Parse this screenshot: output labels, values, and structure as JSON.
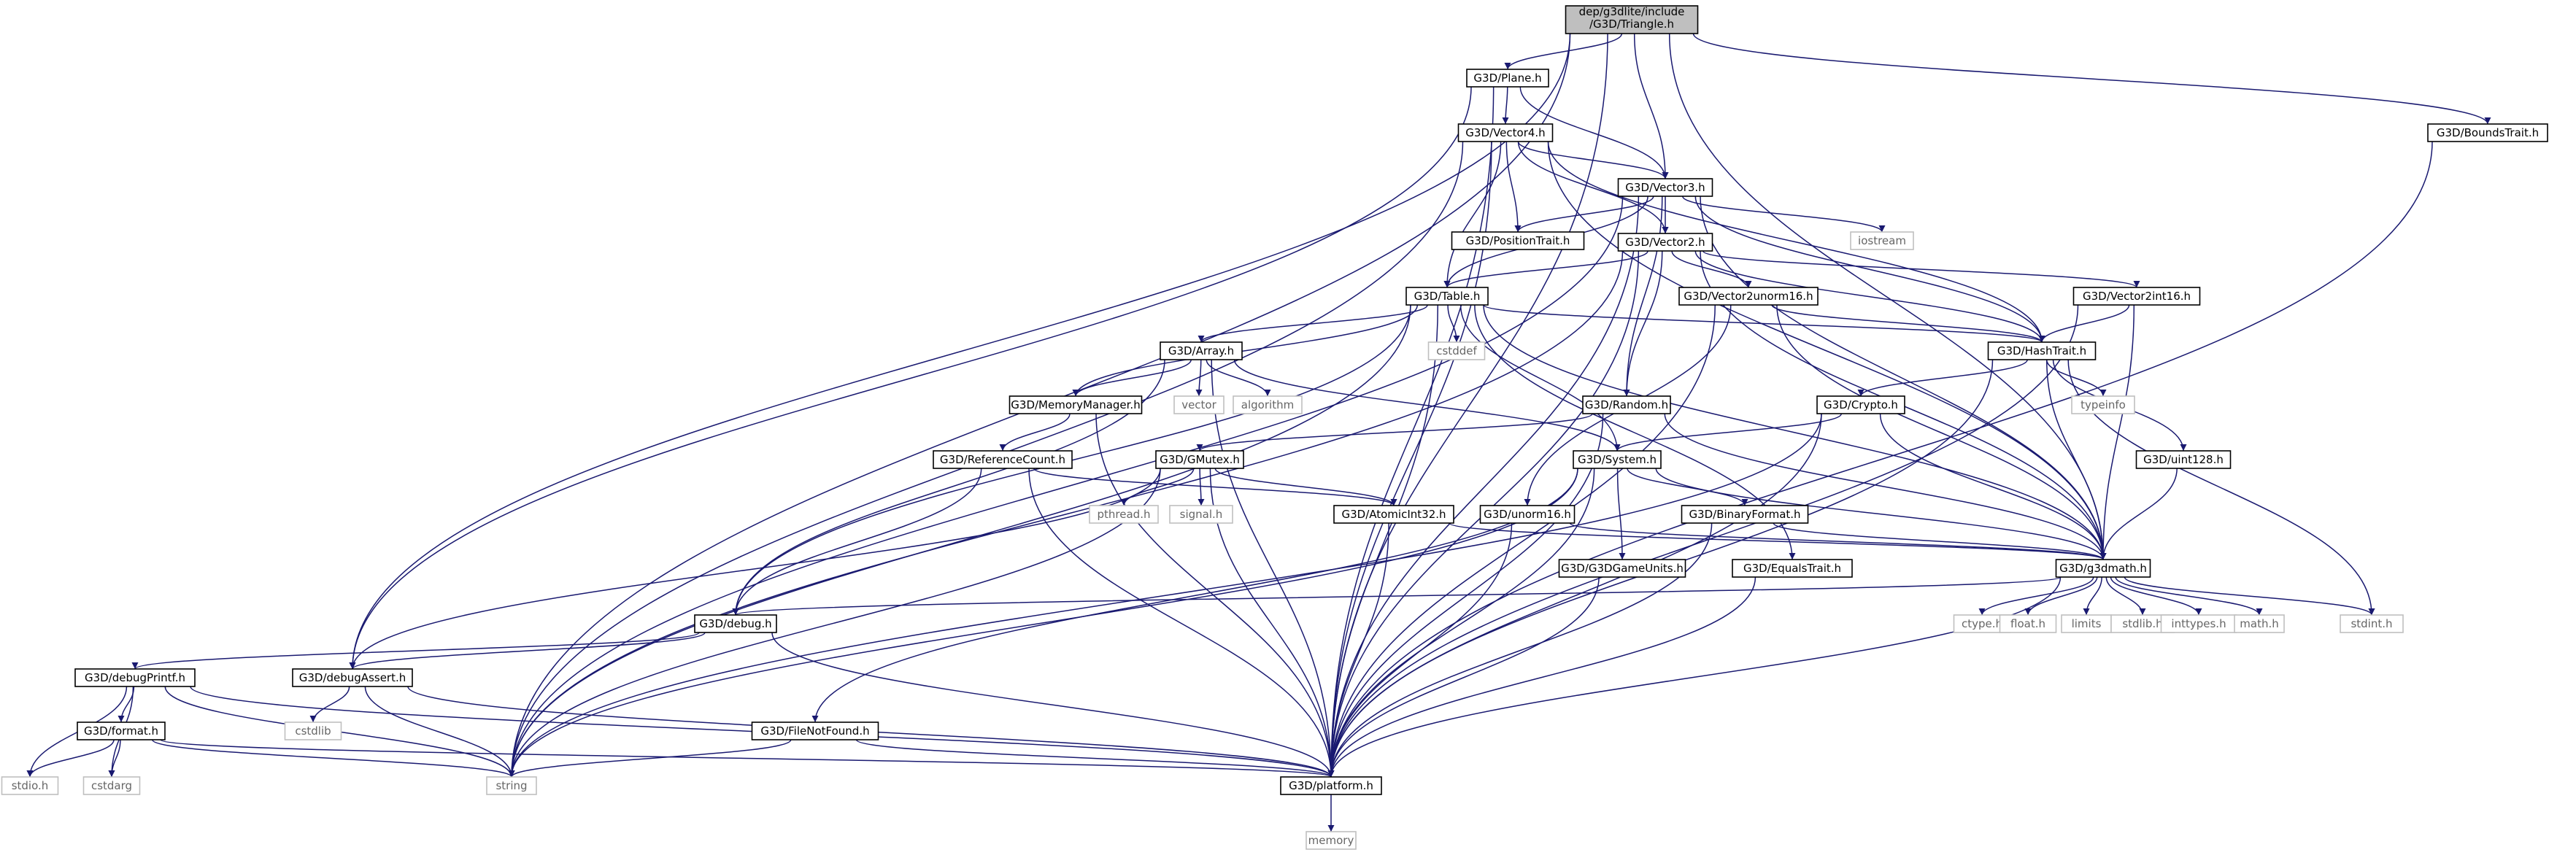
{
  "diagram": {
    "colors": {
      "edge": "#191970",
      "node_border": "#000000",
      "node_fill": "#ffffff",
      "external_border": "#bfbfbf",
      "external_text": "#666666",
      "root_fill": "#bfbfbf"
    },
    "nodes": [
      {
        "id": "root",
        "lines": [
          "dep/g3dlite/include",
          "/G3D/Triangle.h"
        ],
        "kind": "root"
      },
      {
        "id": "plane",
        "lines": [
          "G3D/Plane.h"
        ],
        "kind": "header"
      },
      {
        "id": "boundstrait",
        "lines": [
          "G3D/BoundsTrait.h"
        ],
        "kind": "header"
      },
      {
        "id": "vector4",
        "lines": [
          "G3D/Vector4.h"
        ],
        "kind": "header"
      },
      {
        "id": "vector3",
        "lines": [
          "G3D/Vector3.h"
        ],
        "kind": "header"
      },
      {
        "id": "positiontrait",
        "lines": [
          "G3D/PositionTrait.h"
        ],
        "kind": "header"
      },
      {
        "id": "iostream",
        "lines": [
          "iostream"
        ],
        "kind": "external"
      },
      {
        "id": "vector2",
        "lines": [
          "G3D/Vector2.h"
        ],
        "kind": "header"
      },
      {
        "id": "table",
        "lines": [
          "G3D/Table.h"
        ],
        "kind": "header"
      },
      {
        "id": "v2unorm16",
        "lines": [
          "G3D/Vector2unorm16.h"
        ],
        "kind": "header"
      },
      {
        "id": "v2int16",
        "lines": [
          "G3D/Vector2int16.h"
        ],
        "kind": "header"
      },
      {
        "id": "cstddef",
        "lines": [
          "cstddef"
        ],
        "kind": "external"
      },
      {
        "id": "hashtrait",
        "lines": [
          "G3D/HashTrait.h"
        ],
        "kind": "header"
      },
      {
        "id": "array",
        "lines": [
          "G3D/Array.h"
        ],
        "kind": "header"
      },
      {
        "id": "vector",
        "lines": [
          "vector"
        ],
        "kind": "external"
      },
      {
        "id": "algorithm",
        "lines": [
          "algorithm"
        ],
        "kind": "external"
      },
      {
        "id": "memmgr",
        "lines": [
          "G3D/MemoryManager.h"
        ],
        "kind": "header"
      },
      {
        "id": "random",
        "lines": [
          "G3D/Random.h"
        ],
        "kind": "header"
      },
      {
        "id": "crypto",
        "lines": [
          "G3D/Crypto.h"
        ],
        "kind": "header"
      },
      {
        "id": "typeinfo",
        "lines": [
          "typeinfo"
        ],
        "kind": "external"
      },
      {
        "id": "refcount",
        "lines": [
          "G3D/ReferenceCount.h"
        ],
        "kind": "header"
      },
      {
        "id": "gmutex",
        "lines": [
          "G3D/GMutex.h"
        ],
        "kind": "header"
      },
      {
        "id": "system",
        "lines": [
          "G3D/System.h"
        ],
        "kind": "header"
      },
      {
        "id": "uint128",
        "lines": [
          "G3D/uint128.h"
        ],
        "kind": "header"
      },
      {
        "id": "pthread",
        "lines": [
          "pthread.h"
        ],
        "kind": "external"
      },
      {
        "id": "signal",
        "lines": [
          "signal.h"
        ],
        "kind": "external"
      },
      {
        "id": "atomicint",
        "lines": [
          "G3D/AtomicInt32.h"
        ],
        "kind": "header"
      },
      {
        "id": "unorm16",
        "lines": [
          "G3D/unorm16.h"
        ],
        "kind": "header"
      },
      {
        "id": "binaryformat",
        "lines": [
          "G3D/BinaryFormat.h"
        ],
        "kind": "header"
      },
      {
        "id": "g3dmath",
        "lines": [
          "G3D/g3dmath.h"
        ],
        "kind": "header"
      },
      {
        "id": "gameunits",
        "lines": [
          "G3D/G3DGameUnits.h"
        ],
        "kind": "header"
      },
      {
        "id": "equalstrait",
        "lines": [
          "G3D/EqualsTrait.h"
        ],
        "kind": "header"
      },
      {
        "id": "debug",
        "lines": [
          "G3D/debug.h"
        ],
        "kind": "header"
      },
      {
        "id": "ctype",
        "lines": [
          "ctype.h"
        ],
        "kind": "external"
      },
      {
        "id": "float",
        "lines": [
          "float.h"
        ],
        "kind": "external"
      },
      {
        "id": "limits",
        "lines": [
          "limits"
        ],
        "kind": "external"
      },
      {
        "id": "stdlib",
        "lines": [
          "stdlib.h"
        ],
        "kind": "external"
      },
      {
        "id": "inttypes",
        "lines": [
          "inttypes.h"
        ],
        "kind": "external"
      },
      {
        "id": "math",
        "lines": [
          "math.h"
        ],
        "kind": "external"
      },
      {
        "id": "stdint",
        "lines": [
          "stdint.h"
        ],
        "kind": "external"
      },
      {
        "id": "debugprintf",
        "lines": [
          "G3D/debugPrintf.h"
        ],
        "kind": "header"
      },
      {
        "id": "debugassert",
        "lines": [
          "G3D/debugAssert.h"
        ],
        "kind": "header"
      },
      {
        "id": "cstdlib",
        "lines": [
          "cstdlib"
        ],
        "kind": "external"
      },
      {
        "id": "format",
        "lines": [
          "G3D/format.h"
        ],
        "kind": "header"
      },
      {
        "id": "filenotfound",
        "lines": [
          "G3D/FileNotFound.h"
        ],
        "kind": "header"
      },
      {
        "id": "stdio",
        "lines": [
          "stdio.h"
        ],
        "kind": "external"
      },
      {
        "id": "cstdarg",
        "lines": [
          "cstdarg"
        ],
        "kind": "external"
      },
      {
        "id": "string",
        "lines": [
          "string"
        ],
        "kind": "external"
      },
      {
        "id": "platform",
        "lines": [
          "G3D/platform.h"
        ],
        "kind": "header"
      },
      {
        "id": "memory",
        "lines": [
          "memory"
        ],
        "kind": "external"
      }
    ],
    "edges": [
      [
        "root",
        "plane"
      ],
      [
        "root",
        "vector3"
      ],
      [
        "root",
        "boundstrait"
      ],
      [
        "root",
        "g3dmath"
      ],
      [
        "root",
        "debugassert"
      ],
      [
        "root",
        "string"
      ],
      [
        "root",
        "platform"
      ],
      [
        "plane",
        "vector4"
      ],
      [
        "plane",
        "vector3"
      ],
      [
        "plane",
        "debugassert"
      ],
      [
        "plane",
        "platform"
      ],
      [
        "boundstrait",
        "platform"
      ],
      [
        "vector4",
        "vector3"
      ],
      [
        "vector4",
        "vector2"
      ],
      [
        "vector4",
        "positiontrait"
      ],
      [
        "vector4",
        "table"
      ],
      [
        "vector4",
        "hashtrait"
      ],
      [
        "vector4",
        "g3dmath"
      ],
      [
        "vector4",
        "platform"
      ],
      [
        "vector4",
        "string"
      ],
      [
        "vector3",
        "vector2"
      ],
      [
        "vector3",
        "positiontrait"
      ],
      [
        "vector3",
        "iostream"
      ],
      [
        "vector3",
        "table"
      ],
      [
        "vector3",
        "hashtrait"
      ],
      [
        "vector3",
        "random"
      ],
      [
        "vector3",
        "g3dmath"
      ],
      [
        "vector3",
        "platform"
      ],
      [
        "vector3",
        "string"
      ],
      [
        "vector2",
        "table"
      ],
      [
        "vector2",
        "v2unorm16"
      ],
      [
        "vector2",
        "v2int16"
      ],
      [
        "vector2",
        "hashtrait"
      ],
      [
        "vector2",
        "random"
      ],
      [
        "vector2",
        "g3dmath"
      ],
      [
        "vector2",
        "platform"
      ],
      [
        "vector2",
        "string"
      ],
      [
        "table",
        "array"
      ],
      [
        "table",
        "memmgr"
      ],
      [
        "table",
        "cstddef"
      ],
      [
        "table",
        "hashtrait"
      ],
      [
        "table",
        "system"
      ],
      [
        "table",
        "equalstrait"
      ],
      [
        "table",
        "g3dmath"
      ],
      [
        "table",
        "debug"
      ],
      [
        "table",
        "platform"
      ],
      [
        "table",
        "string"
      ],
      [
        "v2unorm16",
        "hashtrait"
      ],
      [
        "v2unorm16",
        "unorm16"
      ],
      [
        "v2unorm16",
        "g3dmath"
      ],
      [
        "v2unorm16",
        "platform"
      ],
      [
        "v2int16",
        "hashtrait"
      ],
      [
        "v2int16",
        "g3dmath"
      ],
      [
        "v2int16",
        "platform"
      ],
      [
        "hashtrait",
        "crypto"
      ],
      [
        "hashtrait",
        "typeinfo"
      ],
      [
        "hashtrait",
        "uint128"
      ],
      [
        "hashtrait",
        "g3dmath"
      ],
      [
        "hashtrait",
        "stdint"
      ],
      [
        "hashtrait",
        "platform"
      ],
      [
        "array",
        "memmgr"
      ],
      [
        "array",
        "vector"
      ],
      [
        "array",
        "algorithm"
      ],
      [
        "array",
        "system"
      ],
      [
        "array",
        "debug"
      ],
      [
        "array",
        "platform"
      ],
      [
        "memmgr",
        "refcount"
      ],
      [
        "memmgr",
        "platform"
      ],
      [
        "random",
        "gmutex"
      ],
      [
        "random",
        "g3dmath"
      ],
      [
        "random",
        "platform"
      ],
      [
        "crypto",
        "system"
      ],
      [
        "crypto",
        "g3dmath"
      ],
      [
        "crypto",
        "platform"
      ],
      [
        "crypto",
        "string"
      ],
      [
        "refcount",
        "atomicint"
      ],
      [
        "refcount",
        "debug"
      ],
      [
        "refcount",
        "platform"
      ],
      [
        "gmutex",
        "atomicint"
      ],
      [
        "gmutex",
        "pthread"
      ],
      [
        "gmutex",
        "signal"
      ],
      [
        "gmutex",
        "debugassert"
      ],
      [
        "gmutex",
        "platform"
      ],
      [
        "gmutex",
        "string"
      ],
      [
        "system",
        "binaryformat"
      ],
      [
        "system",
        "gameunits"
      ],
      [
        "system",
        "g3dmath"
      ],
      [
        "system",
        "filenotfound"
      ],
      [
        "system",
        "platform"
      ],
      [
        "system",
        "string"
      ],
      [
        "uint128",
        "g3dmath"
      ],
      [
        "atomicint",
        "g3dmath"
      ],
      [
        "atomicint",
        "platform"
      ],
      [
        "unorm16",
        "g3dmath"
      ],
      [
        "unorm16",
        "platform"
      ],
      [
        "binaryformat",
        "g3dmath"
      ],
      [
        "binaryformat",
        "platform"
      ],
      [
        "gameunits",
        "platform"
      ],
      [
        "equalstrait",
        "platform"
      ],
      [
        "g3dmath",
        "debug"
      ],
      [
        "g3dmath",
        "ctype"
      ],
      [
        "g3dmath",
        "float"
      ],
      [
        "g3dmath",
        "limits"
      ],
      [
        "g3dmath",
        "stdlib"
      ],
      [
        "g3dmath",
        "inttypes"
      ],
      [
        "g3dmath",
        "math"
      ],
      [
        "g3dmath",
        "stdint"
      ],
      [
        "g3dmath",
        "platform"
      ],
      [
        "debug",
        "debugprintf"
      ],
      [
        "debug",
        "debugassert"
      ],
      [
        "debug",
        "platform"
      ],
      [
        "debugprintf",
        "format"
      ],
      [
        "debugprintf",
        "stdio"
      ],
      [
        "debugprintf",
        "cstdarg"
      ],
      [
        "debugprintf",
        "string"
      ],
      [
        "debugprintf",
        "platform"
      ],
      [
        "debugassert",
        "cstdlib"
      ],
      [
        "debugassert",
        "string"
      ],
      [
        "debugassert",
        "platform"
      ],
      [
        "format",
        "stdio"
      ],
      [
        "format",
        "cstdarg"
      ],
      [
        "format",
        "string"
      ],
      [
        "format",
        "platform"
      ],
      [
        "filenotfound",
        "string"
      ],
      [
        "filenotfound",
        "platform"
      ],
      [
        "platform",
        "memory"
      ]
    ]
  }
}
